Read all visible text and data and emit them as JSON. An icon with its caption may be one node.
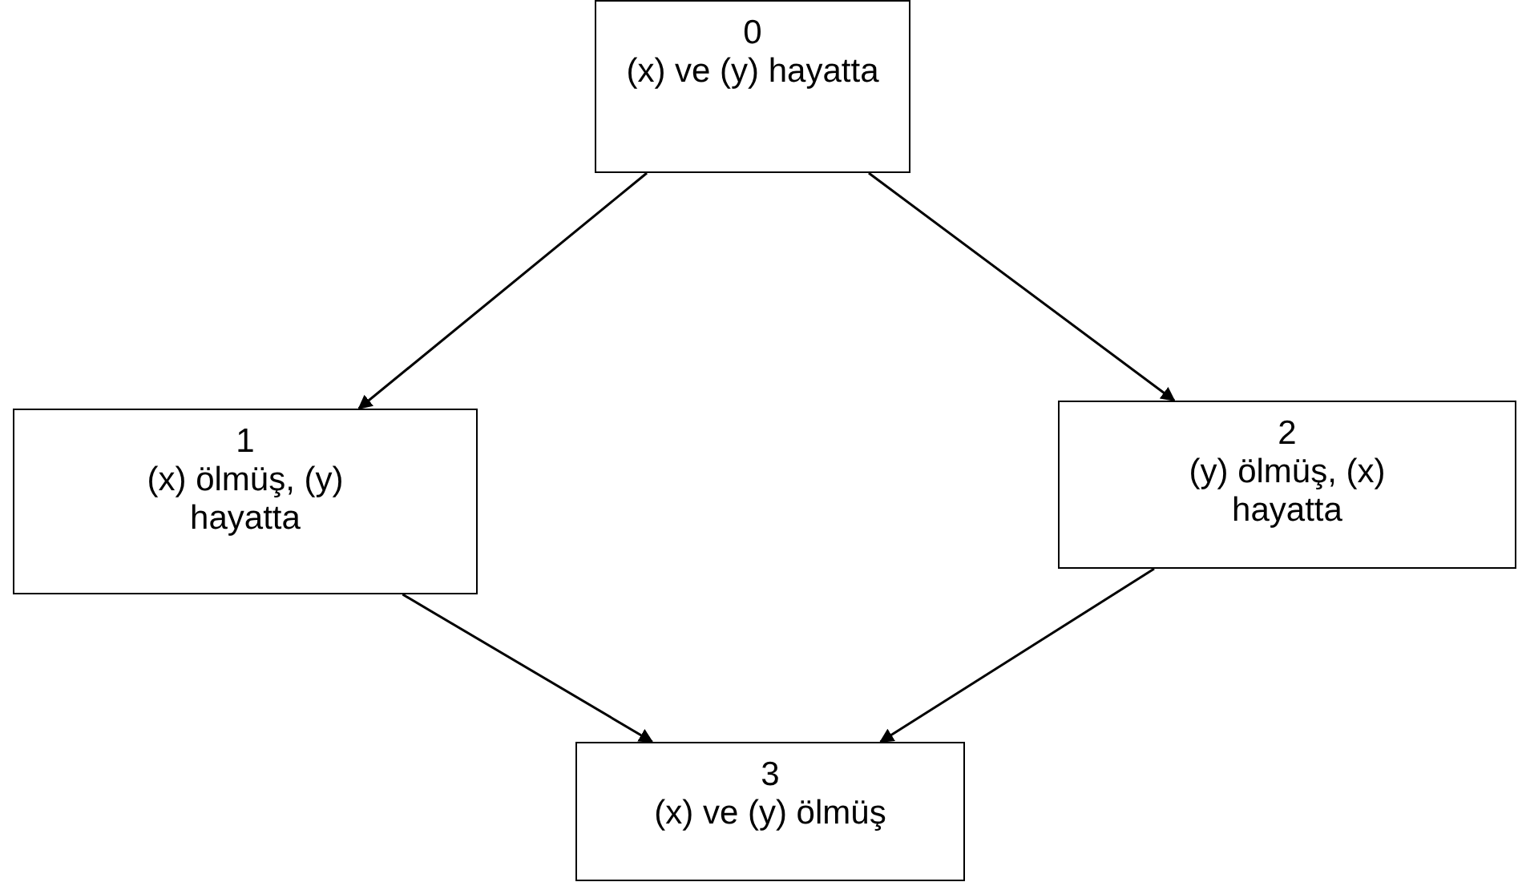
{
  "diagram": {
    "nodes": [
      {
        "text": [
          "0",
          "(x) ve (y) hayatta"
        ]
      },
      {
        "text": [
          "1",
          "(x) ölmüş, (y) hayatta"
        ]
      },
      {
        "text": [
          "2",
          "(y) ölmüş, (x) hayatta"
        ]
      },
      {
        "text": [
          "3",
          "(x) ve (y) ölmüş"
        ]
      }
    ],
    "edges": [
      {
        "from": 0,
        "to": 1,
        "arrow": "to"
      },
      {
        "from": 0,
        "to": 2,
        "arrow": "to"
      },
      {
        "from": 1,
        "to": 3,
        "arrow": "to"
      },
      {
        "from": 2,
        "to": 3,
        "arrow": "to"
      }
    ]
  }
}
